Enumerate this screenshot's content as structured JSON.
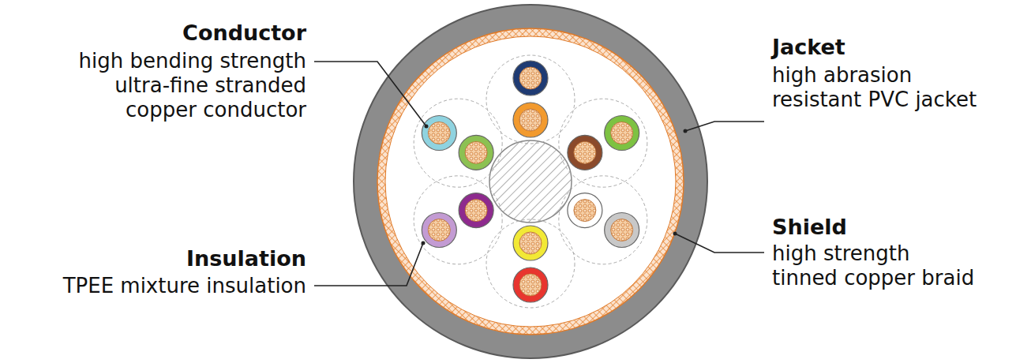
{
  "diagram": {
    "labels": [
      "Conductor",
      "high bending strength ultra-fine stranded copper conductor",
      "Jacket",
      "high abrasion resistant PVC jacket",
      "Insulation",
      "TPEE mixture insulation",
      "Shield",
      "high strength tinned copper braid"
    ]
  }
}
